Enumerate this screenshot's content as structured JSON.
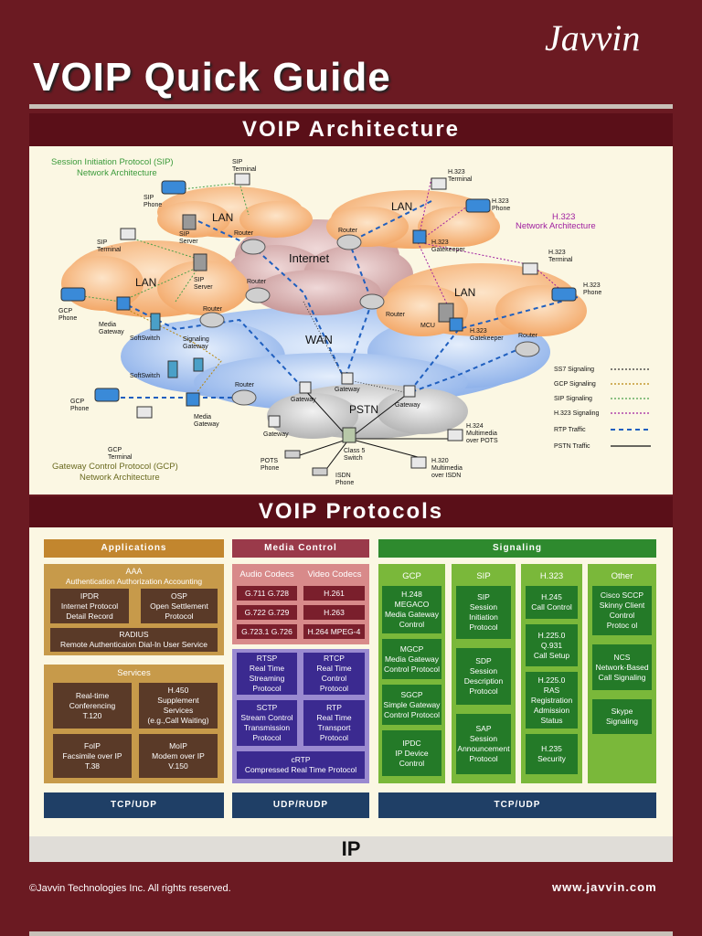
{
  "brand": "Javvin",
  "title": "VOIP Quick Guide",
  "architecture": {
    "banner": "VOIP Architecture",
    "sip_title_line1": "Session Initiation Protocol (SIP)",
    "sip_title_line2": "Network Architecture",
    "h323_title_line1": "H.323",
    "h323_title_line2": "Network Architecture",
    "gcp_title_line1": "Gateway Control Protocol (GCP)",
    "gcp_title_line2": "Network Architecture",
    "clouds": {
      "internet": "Internet",
      "wan": "WAN",
      "pstn": "PSTN",
      "lan": "LAN"
    },
    "labels": {
      "sip_terminal": "SIP",
      "terminal": "Terminal",
      "sip_phone": "SIP",
      "phone": "Phone",
      "sip_server": "SIP",
      "server": "Server",
      "gcp_phone": "GCP",
      "gcp_terminal": "GCP",
      "media_gateway_1": "Media",
      "gateway": "Gateway",
      "softswitch": "SoftSwitch",
      "signaling_gateway_1": "Signaling",
      "router": "Router",
      "h323_terminal": "H.323",
      "h323_phone": "H.323",
      "h323_gatekeeper": "H.323",
      "gatekeeper": "Gatekeeper",
      "mcu": "MCU",
      "class5_line1": "Class 5",
      "class5_line2": "Switch",
      "pots_phone": "POTS",
      "isdn_phone": "ISDN",
      "h324_line1": "H.324",
      "h324_line2": "Multimedia",
      "h324_line3": "over POTS",
      "h320_line1": "H.320",
      "h320_line2": "Multimedia",
      "h320_line3": "over ISDN"
    },
    "legend": [
      {
        "label": "SS7 Signaling",
        "color": "#333333",
        "style": "dotted"
      },
      {
        "label": "GCP Signaling",
        "color": "#b8860b",
        "style": "dotted"
      },
      {
        "label": "SIP Signaling",
        "color": "#4aa04a",
        "style": "dotted"
      },
      {
        "label": "H.323 Signaling",
        "color": "#a020a0",
        "style": "dotted"
      },
      {
        "label": "RTP Traffic",
        "color": "#1f5fbf",
        "style": "dashed"
      },
      {
        "label": "PSTN Traffic",
        "color": "#111111",
        "style": "solid"
      }
    ]
  },
  "protocols": {
    "banner": "VOIP Protocols",
    "applications": {
      "header": "Applications",
      "aaa_title": "AAA",
      "aaa_sub": "Authentication Authorization Accounting",
      "ipdr": "IPDR\nInternet Protocol\nDetail Record",
      "osp": "OSP\nOpen Settlement\nProtocol",
      "radius": "RADIUS\nRemote Authenticaion Dial-In User Service",
      "services_title": "Services",
      "realtime": "Real-time\nConferencing\nT.120",
      "h450": "H.450\nSupplement\nServices\n(e.g.,Call Waiting)",
      "foip": "FoIP\nFacsimile over IP\nT.38",
      "moip": "MoIP\nModem over IP\nV.150",
      "transport": "TCP/UDP"
    },
    "media_control": {
      "header": "Media Control",
      "audio_title": "Audio Codecs",
      "video_title": "Video Codecs",
      "audio": [
        "G.711  G.728",
        "G.722  G.729",
        "G.723.1  G.726"
      ],
      "video": [
        "H.261",
        "H.263",
        "H.264 MPEG-4"
      ],
      "rtsp": "RTSP\nReal Time\nStreaming\nProtocol",
      "rtcp": "RTCP\nReal Time\nControl\nProtocol",
      "sctp": "SCTP\nStream Control\nTransmission\nProtocol",
      "rtp": "RTP\nReal Time\nTransport\nProtocol",
      "crtp": "cRTP\nCompressed Real Time  Protocol",
      "transport": "UDP/RUDP"
    },
    "signaling": {
      "header": "Signaling",
      "gcp_title": "GCP",
      "gcp": [
        "H.248\nMEGACO\nMedia Gateway\nControl",
        "MGCP\nMedia Gateway\nControl Protocol",
        "SGCP\nSimple Gateway\nControl Protocol",
        "IPDC\nIP  Device\nControl"
      ],
      "sip_title": "SIP",
      "sip": [
        "SIP\nSession\nInitiation\nProtocol",
        "SDP\nSession\nDescription\nProtocol",
        "SAP\nSession\nAnnouncement\nProtocol"
      ],
      "h323_title": "H.323",
      "h323": [
        "H.245\nCall Control",
        "H.225.0\nQ.931\nCall Setup",
        "H.225.0\nRAS\nRegistration\nAdmission\nStatus",
        "H.235\nSecurity"
      ],
      "other_title": "Other",
      "other": [
        "Cisco SCCP\nSkinny Client\nControl\nProtoc ol",
        "NCS\nNetwork-Based\nCall Signaling",
        "Skype\nSignaling"
      ],
      "transport": "TCP/UDP"
    },
    "ip": "IP"
  },
  "footer": {
    "copyright": "©Javvin Technologies Inc. All rights reserved.",
    "website": "www.javvin.com"
  },
  "colors": {
    "maroon": "#6b1a22",
    "banner": "#5a0f18",
    "panel": "#fbf7e3"
  }
}
